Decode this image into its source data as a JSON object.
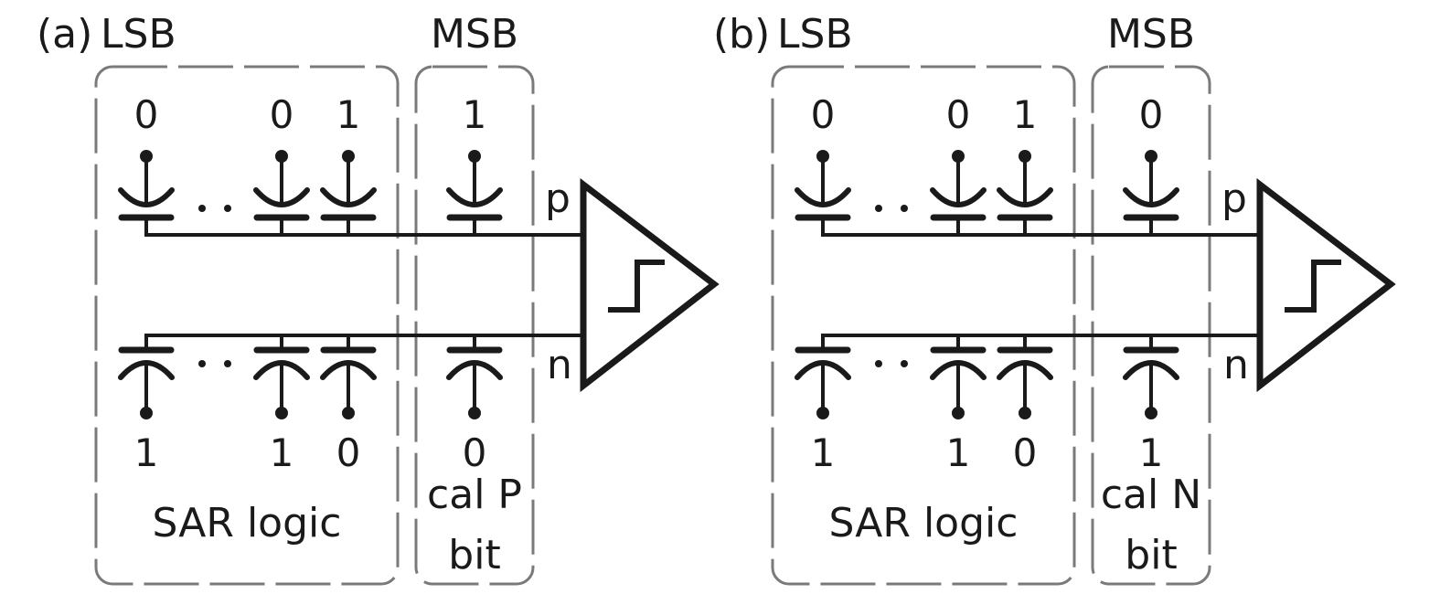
{
  "figure": {
    "panels": [
      {
        "id": "a",
        "label": "(a)",
        "lsb_label": "LSB",
        "msb_label": "MSB",
        "lsb_group_caption": "SAR logic",
        "msb_group_caption_line1": "cal P",
        "msb_group_caption_line2": "bit",
        "node_p": "p",
        "node_n": "n",
        "ellipsis": "· ·",
        "top_bits": [
          "0",
          "0",
          "1",
          "1"
        ],
        "bottom_bits": [
          "1",
          "1",
          "0",
          "0"
        ]
      },
      {
        "id": "b",
        "label": "(b)",
        "lsb_label": "LSB",
        "msb_label": "MSB",
        "lsb_group_caption": "SAR logic",
        "msb_group_caption_line1": "cal N",
        "msb_group_caption_line2": "bit",
        "node_p": "p",
        "node_n": "n",
        "ellipsis": "· ·",
        "top_bits": [
          "0",
          "0",
          "1",
          "0"
        ],
        "bottom_bits": [
          "1",
          "1",
          "0",
          "1"
        ]
      }
    ],
    "colors": {
      "ink": "#1a1a1a",
      "group_border": "#7a7a7a"
    }
  }
}
